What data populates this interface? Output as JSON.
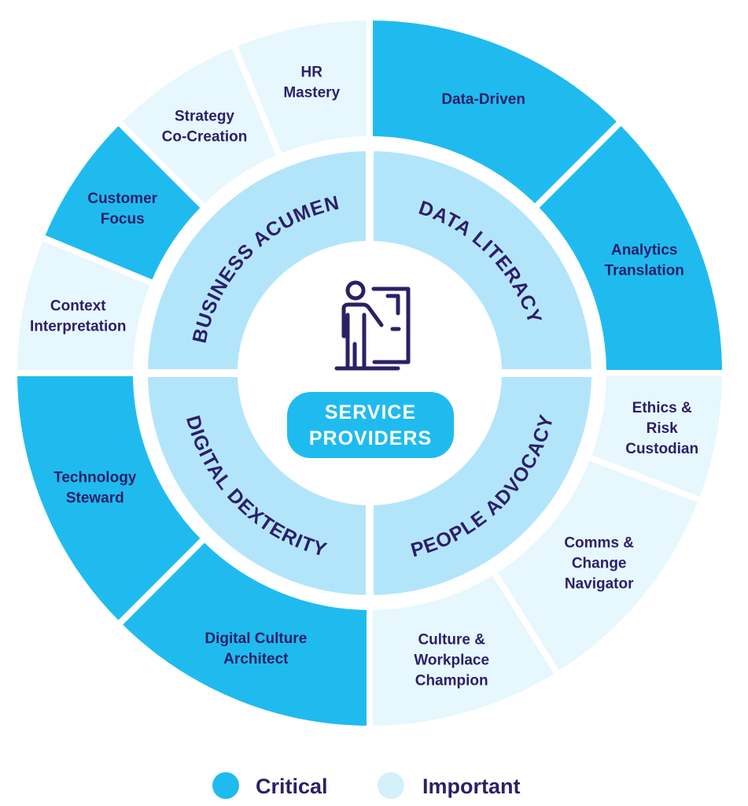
{
  "colors": {
    "critical": "#1fbbef",
    "important": "#e6f7fd",
    "ring": "#b3e5fa",
    "text": "#2d1f66",
    "white": "#ffffff"
  },
  "center": {
    "title_lines": [
      "SERVICE",
      "PROVIDERS"
    ],
    "icon": "presenter-at-board-icon"
  },
  "ring": [
    {
      "label": "BUSINESS ACUMEN"
    },
    {
      "label": "DATA LITERACY"
    },
    {
      "label": "PEOPLE ADVOCACY"
    },
    {
      "label": "DIGITAL DEXTERITY"
    }
  ],
  "segments": [
    {
      "lines": [
        "Context",
        "Interpretation"
      ],
      "level": "important"
    },
    {
      "lines": [
        "Customer",
        "Focus"
      ],
      "level": "critical"
    },
    {
      "lines": [
        "Strategy",
        "Co-Creation"
      ],
      "level": "important"
    },
    {
      "lines": [
        "HR",
        "Mastery"
      ],
      "level": "important"
    },
    {
      "lines": [
        "Data-Driven"
      ],
      "level": "critical"
    },
    {
      "lines": [
        "Analytics",
        "Translation"
      ],
      "level": "critical"
    },
    {
      "lines": [
        "Ethics &",
        "Risk",
        "Custodian"
      ],
      "level": "important"
    },
    {
      "lines": [
        "Comms &",
        "Change",
        "Navigator"
      ],
      "level": "important"
    },
    {
      "lines": [
        "Culture &",
        "Workplace",
        "Champion"
      ],
      "level": "important"
    },
    {
      "lines": [
        "Digital Culture",
        "Architect"
      ],
      "level": "critical"
    },
    {
      "lines": [
        "Technology",
        "Steward"
      ],
      "level": "critical"
    }
  ],
  "legend": [
    {
      "label": "Critical",
      "level": "critical"
    },
    {
      "label": "Important",
      "level": "important"
    }
  ]
}
